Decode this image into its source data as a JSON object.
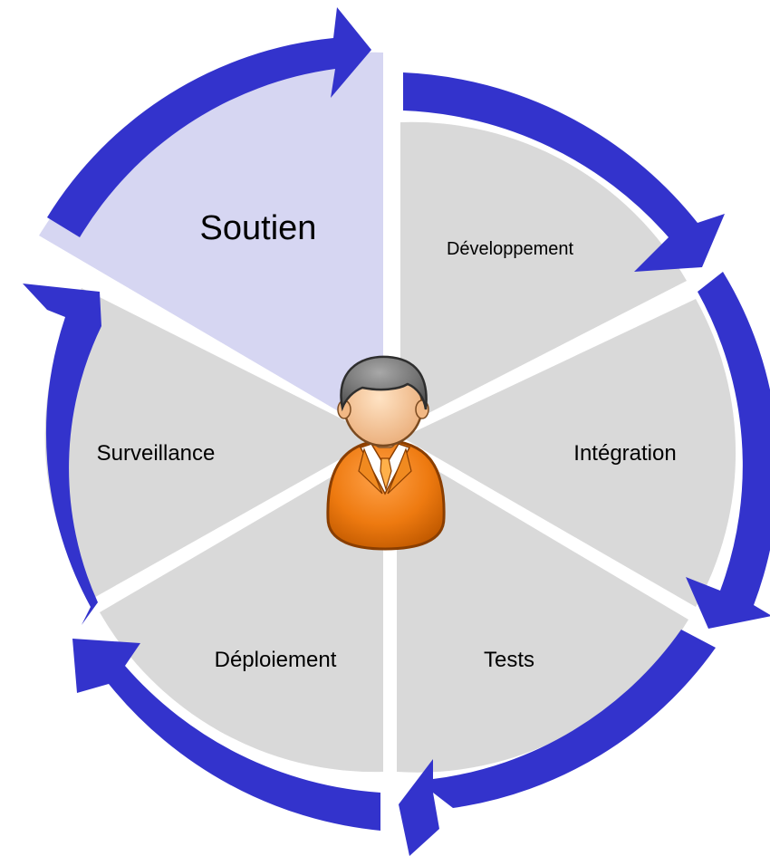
{
  "diagram": {
    "segments": [
      {
        "label": "Soutien",
        "highlighted": true
      },
      {
        "label": "Développement",
        "highlighted": false
      },
      {
        "label": "Intégration",
        "highlighted": false
      },
      {
        "label": "Tests",
        "highlighted": false
      },
      {
        "label": "Déploiement",
        "highlighted": false
      },
      {
        "label": "Surveillance",
        "highlighted": false
      }
    ],
    "center_icon": "user-avatar-icon",
    "colors": {
      "segment_fill": "#d9d9d9",
      "highlight_fill": "#d6d6f2",
      "arrow_fill": "#3333cc",
      "avatar_body": "#ee7a10",
      "avatar_hair": "#6b6b6b",
      "avatar_skin": "#f7c89a"
    }
  }
}
